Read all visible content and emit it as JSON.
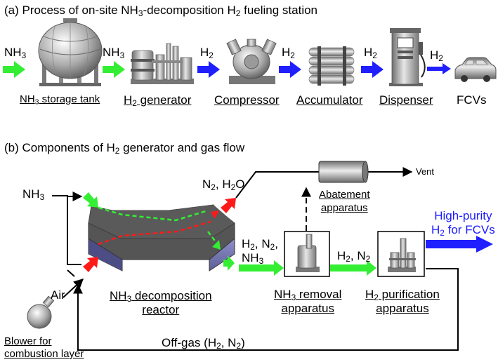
{
  "part_a": {
    "title_prefix": "(a) Process of on-site NH",
    "title_sub1": "3",
    "title_mid": "-decomposition H",
    "title_sub2": "2",
    "title_suffix": " fueling station",
    "flow_labels": {
      "in_nh3": "NH",
      "in_nh3_sub": "3",
      "nh3_2": "NH",
      "nh3_2_sub": "3",
      "h2_1": "H",
      "h2_1_sub": "2",
      "h2_2": "H",
      "h2_2_sub": "2",
      "h2_3": "H",
      "h2_3_sub": "2",
      "h2_4": "H",
      "h2_4_sub": "2"
    },
    "units": {
      "storage": "NH",
      "storage_sub": "3",
      "storage_rest": " storage tank",
      "generator": "H",
      "generator_sub": "2",
      "generator_rest": " generator",
      "compressor": "Compressor",
      "accumulator": "Accumulator",
      "dispenser": "Dispenser",
      "fcvs": "FCVs"
    }
  },
  "part_b": {
    "title_prefix": "(b) Components of H",
    "title_sub": "2",
    "title_suffix": " generator and gas flow",
    "nh3_in": "NH",
    "nh3_in_sub": "3",
    "air": "Air",
    "blower_l1": "Blower for",
    "blower_l2": "combustion layer",
    "reactor_l1": "NH",
    "reactor_l1_sub": "3",
    "reactor_l1_rest": " decomposition",
    "reactor_l2": "reactor",
    "n2h2o": "N",
    "n2h2o_sub1": "2",
    "n2h2o_mid": ", H",
    "n2h2o_sub2": "2",
    "n2h2o_end": "O",
    "abatement_l1": "Abatement",
    "abatement_l2": "apparatus",
    "vent": "Vent",
    "stream1_l1": "H",
    "stream1_l1_sub1": "2",
    "stream1_l1_mid": ", N",
    "stream1_l1_sub2": "2",
    "stream1_l1_end": ",",
    "stream1_l2": "NH",
    "stream1_l2_sub": "3",
    "removal_l1": "NH",
    "removal_l1_sub": "3",
    "removal_l1_rest": " removal",
    "removal_l2": "apparatus",
    "stream2": "H",
    "stream2_sub1": "2",
    "stream2_mid": ", N",
    "stream2_sub2": "2",
    "purification_l1": "H",
    "purification_l1_sub": "2",
    "purification_l1_rest": " purification",
    "purification_l2": "apparatus",
    "product_l1": "High-purity",
    "product_l2": "H",
    "product_l2_sub": "2",
    "product_l2_rest": " for FCVs",
    "offgas": "Off-gas (H",
    "offgas_sub1": "2",
    "offgas_mid": ", N",
    "offgas_sub2": "2",
    "offgas_end": ")"
  },
  "colors": {
    "green_arrow": "#33ee33",
    "blue_arrow": "#1f1fff",
    "red_arrow": "#ff1a1a",
    "product_text": "#1a1aff"
  }
}
